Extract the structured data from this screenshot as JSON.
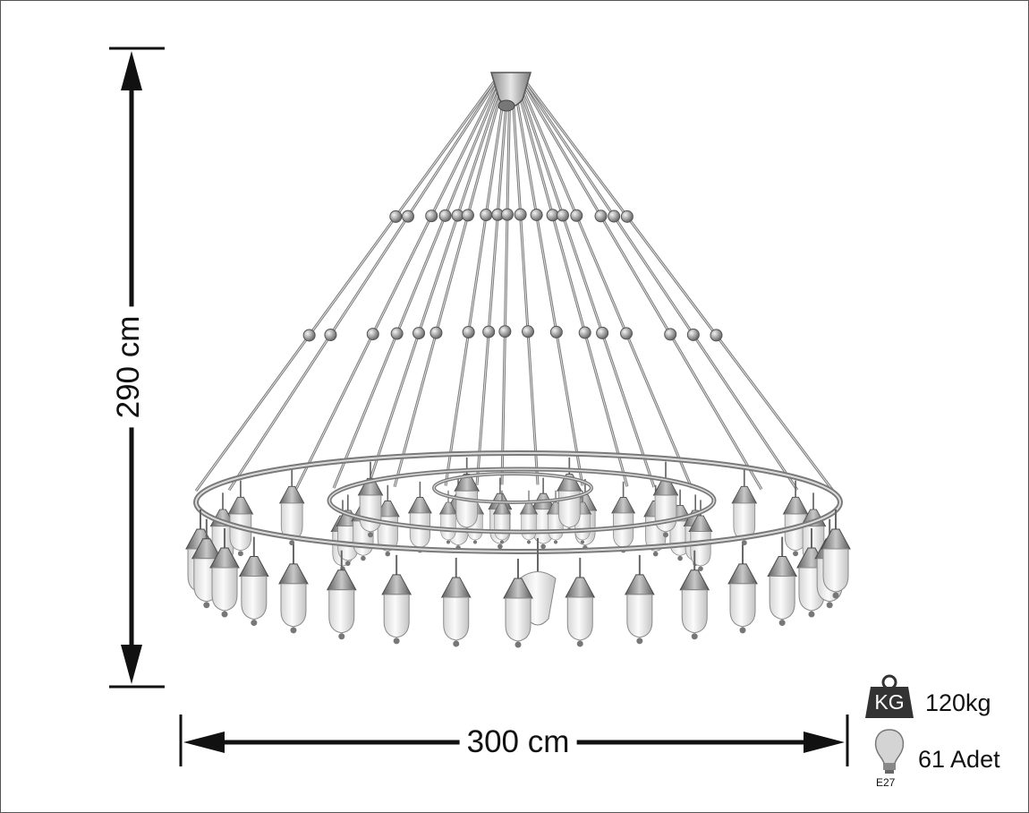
{
  "dimensions": {
    "height_label": "290 cm",
    "width_label": "300 cm"
  },
  "specs": {
    "weight_icon_text": "KG",
    "weight": "120kg",
    "bulb_count": "61 Adet",
    "bulb_type": "E27",
    "weight_icon": "weight-icon",
    "bulb_icon": "light-bulb-icon"
  },
  "colors": {
    "line": "#111111",
    "metal": "#8a8a8a",
    "glass": "#eeeeee",
    "icon_fill": "#333333"
  }
}
